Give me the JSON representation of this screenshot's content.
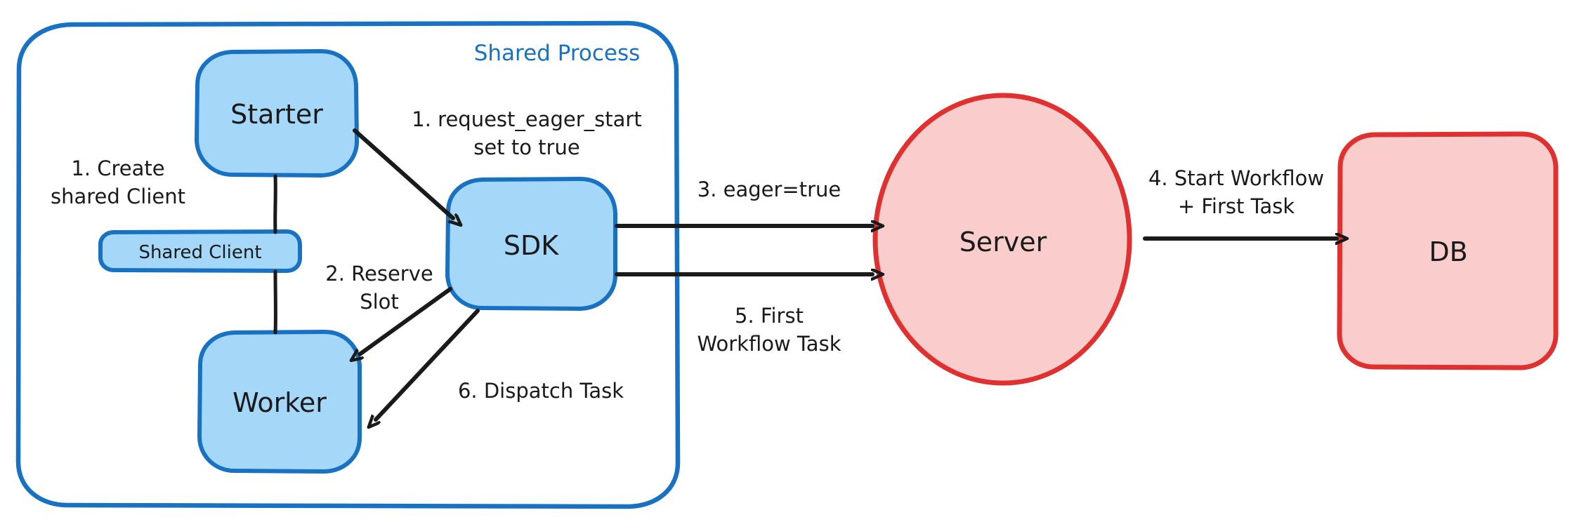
{
  "diagram": {
    "title": "Eager Workflow Start sequence",
    "colors": {
      "blue_fill": "#A5D8F8",
      "blue_stroke": "#1971C2",
      "red_fill": "#FACDCD",
      "red_stroke": "#E03131",
      "line": "#1A1A1A",
      "canvas": "#FFFFFF"
    },
    "container": {
      "label": "Shared Process",
      "shape": "rounded-rectangle",
      "stroke": "#1971C2"
    },
    "nodes": [
      {
        "id": "starter",
        "label": "Starter",
        "shape": "rounded-rectangle",
        "fill": "#A5D8F8",
        "stroke": "#1971C2"
      },
      {
        "id": "shared-client",
        "label": "Shared Client",
        "shape": "rounded-rectangle",
        "fill": "#A5D8F8",
        "stroke": "#1971C2"
      },
      {
        "id": "worker",
        "label": "Worker",
        "shape": "rounded-rectangle",
        "fill": "#A5D8F8",
        "stroke": "#1971C2"
      },
      {
        "id": "sdk",
        "label": "SDK",
        "shape": "rounded-rectangle",
        "fill": "#A5D8F8",
        "stroke": "#1971C2"
      },
      {
        "id": "server",
        "label": "Server",
        "shape": "ellipse",
        "fill": "#FACDCD",
        "stroke": "#E03131"
      },
      {
        "id": "db",
        "label": "DB",
        "shape": "rounded-rectangle",
        "fill": "#FACDCD",
        "stroke": "#E03131"
      }
    ],
    "edges": [
      {
        "id": "e1-create",
        "step": "1",
        "label_line1": "1. Create",
        "label_line2": "shared Client",
        "from": "starter",
        "to": "shared-client",
        "arrow": false
      },
      {
        "id": "e1-eager",
        "step": "1",
        "label_line1": "1. request_eager_start",
        "label_line2": "set to true",
        "from": "starter",
        "to": "sdk",
        "arrow": true
      },
      {
        "id": "e2-reserve",
        "step": "2",
        "label_line1": "2. Reserve",
        "label_line2": "Slot",
        "from": "sdk",
        "to": "worker",
        "arrow": true
      },
      {
        "id": "e3-eager",
        "step": "3",
        "label_line1": "3. eager=true",
        "label_line2": "",
        "from": "sdk",
        "to": "server",
        "arrow": true
      },
      {
        "id": "e4-start",
        "step": "4",
        "label_line1": "4. Start Workflow",
        "label_line2": "+ First Task",
        "from": "server",
        "to": "db",
        "arrow": true
      },
      {
        "id": "e5-firsttask",
        "step": "5",
        "label_line1": "5. First",
        "label_line2": "Workflow Task",
        "from": "sdk",
        "to": "server",
        "arrow": true
      },
      {
        "id": "e6-dispatch",
        "step": "6",
        "label_line1": "6. Dispatch Task",
        "label_line2": "",
        "from": "sdk",
        "to": "worker",
        "arrow": true
      }
    ],
    "labels": {
      "container_title": "Shared Process",
      "starter": "Starter",
      "shared_client": "Shared Client",
      "worker": "Worker",
      "sdk": "SDK",
      "server": "Server",
      "db": "DB",
      "e1_create_l1": "1. Create",
      "e1_create_l2": "shared Client",
      "e1_eager_l1": "1. request_eager_start",
      "e1_eager_l2": "set to true",
      "e2_reserve_l1": "2. Reserve",
      "e2_reserve_l2": "Slot",
      "e3_eager": "3. eager=true",
      "e4_start_l1": "4. Start Workflow",
      "e4_start_l2": "+ First Task",
      "e5_first_l1": "5. First",
      "e5_first_l2": "Workflow Task",
      "e6_dispatch": "6. Dispatch Task"
    }
  }
}
